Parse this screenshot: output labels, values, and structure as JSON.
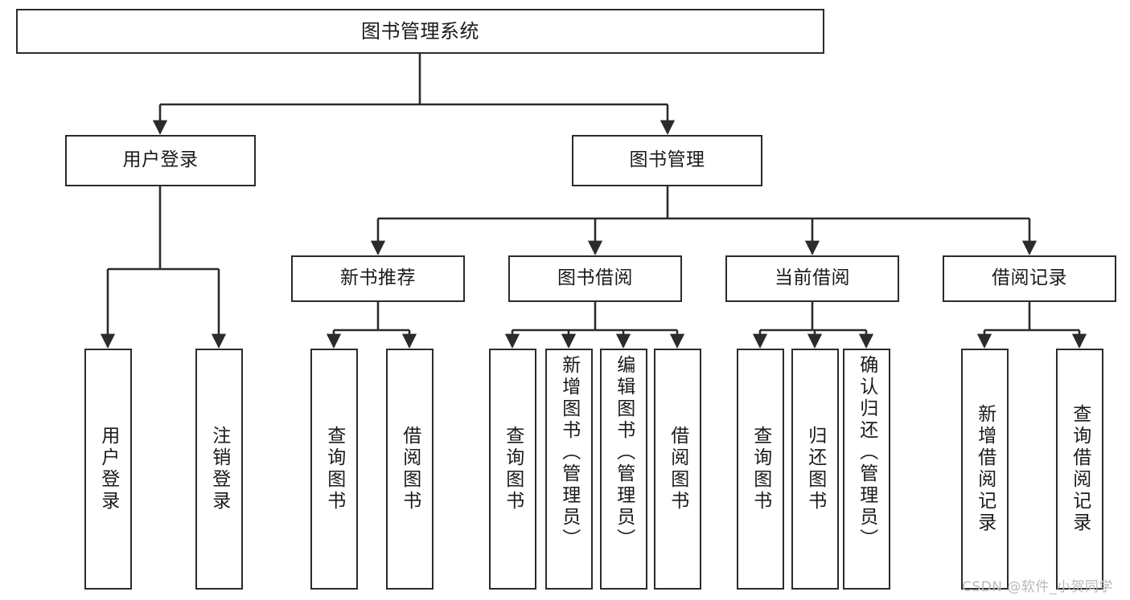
{
  "diagram": {
    "title": "图书管理系统",
    "type": "tree-hierarchy-chart",
    "background_color": "#ffffff",
    "box_border_color": "#2b2b2b",
    "edge_color": "#2b2b2b",
    "text_color": "#1a1a1a"
  },
  "nodes": {
    "root": {
      "label": "图书管理系统"
    },
    "level1": [
      {
        "label": "用户登录"
      },
      {
        "label": "图书管理"
      }
    ],
    "level2": [
      {
        "label": "新书推荐"
      },
      {
        "label": "图书借阅"
      },
      {
        "label": "当前借阅"
      },
      {
        "label": "借阅记录"
      }
    ],
    "leaves_user_login": [
      {
        "label": "用户登录"
      },
      {
        "label": "注销登录"
      }
    ],
    "leaves_new_book": [
      {
        "label": "查询图书"
      },
      {
        "label": "借阅图书"
      }
    ],
    "leaves_borrow": [
      {
        "label": "查询图书"
      },
      {
        "label": "新增图书（管理员）"
      },
      {
        "label": "编辑图书（管理员）"
      },
      {
        "label": "借阅图书"
      }
    ],
    "leaves_current": [
      {
        "label": "查询图书"
      },
      {
        "label": "归还图书"
      },
      {
        "label": "确认归还（管理员）"
      }
    ],
    "leaves_record": [
      {
        "label": "新增借阅记录"
      },
      {
        "label": "查询借阅记录"
      }
    ]
  },
  "watermark": {
    "text": "CSDN @软件_小贺同学"
  }
}
